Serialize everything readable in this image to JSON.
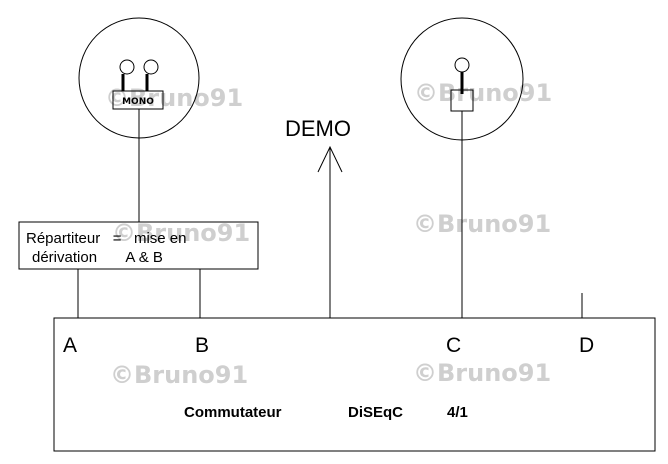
{
  "watermark": "©Bruno91",
  "dish_left": {
    "lnb_label": "MONO"
  },
  "demo_label": "DEMO",
  "splitter": {
    "line1": "Répartiteur   =   mise en",
    "line2": "dérivation       A & B"
  },
  "switch": {
    "name": "Commutateur",
    "type": "DiSEqC",
    "ratio": "4/1",
    "ports": [
      "A",
      "B",
      "C",
      "D"
    ]
  }
}
